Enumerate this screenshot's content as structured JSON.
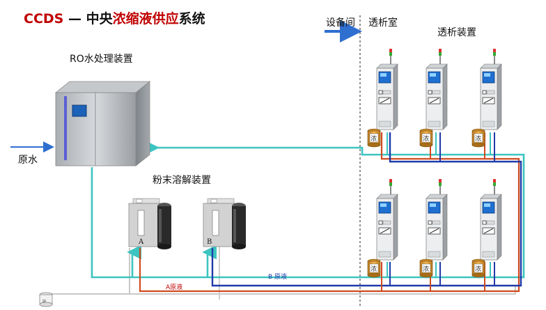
{
  "title": {
    "part1": "CCDS",
    "part2": " — 中央",
    "part3": "浓缩液供应",
    "part4": "系统"
  },
  "labels": {
    "ro": "RO水处理装置",
    "raw_water": "原水",
    "equipment_room": "设备间",
    "dialysis_room": "透析室",
    "dialysis_devices": "透析装置",
    "powder_dissolve": "粉末溶解装置",
    "a_liquid": "A原液",
    "b_liquid": "B 原液",
    "tank_a": "A",
    "tank_b": "B",
    "jug_label": "浓"
  },
  "colors": {
    "ro_water_line": "#3cc4c0",
    "a_line": "#d04a1e",
    "b_line": "#1f3aa8",
    "grey_line": "#c8c8c8",
    "arrow": "#2f6fd0",
    "title_accent": "#c00000"
  }
}
